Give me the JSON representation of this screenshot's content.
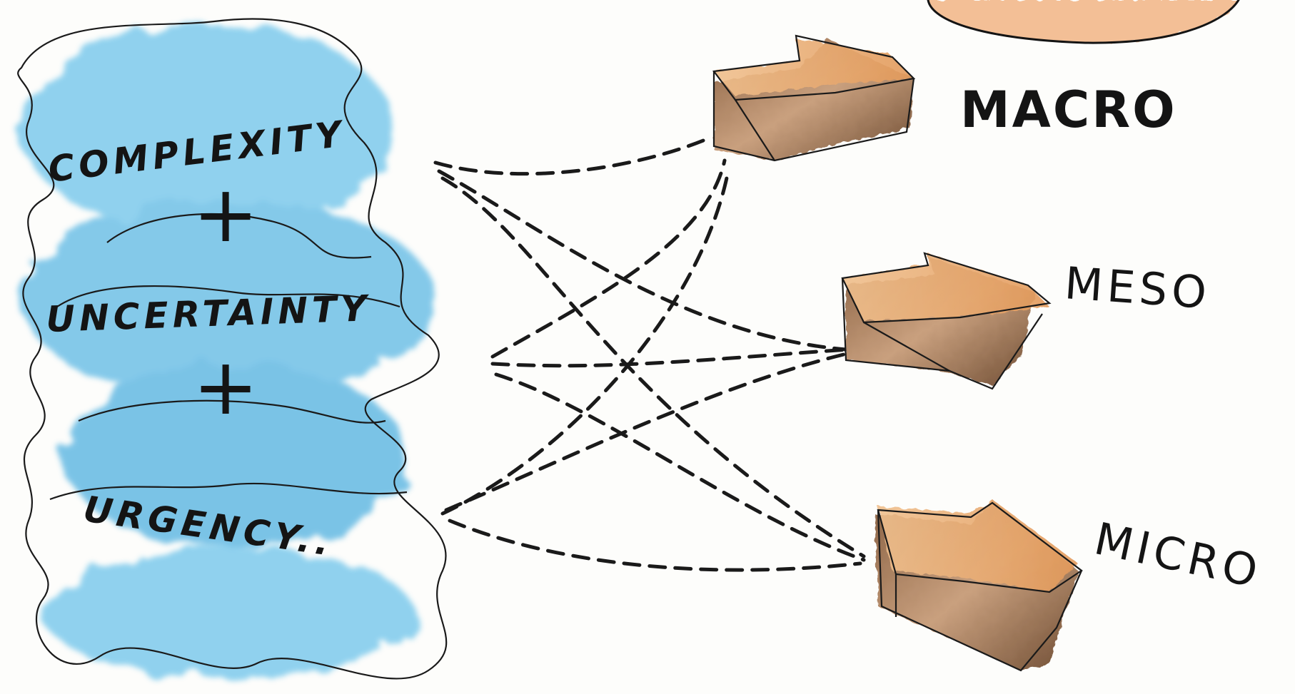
{
  "drivers": [
    {
      "label": "COMPLEXITY"
    },
    {
      "label": "UNCERTAINTY"
    },
    {
      "label": "URGENCY.."
    }
  ],
  "operator": "+",
  "levels": [
    {
      "label": "MACRO"
    },
    {
      "label": "MESO"
    },
    {
      "label": "MICRO"
    }
  ],
  "colors": {
    "cloud": "#3aa8dc",
    "arrow_light": "#e8a868",
    "arrow_dark": "#7a5538",
    "circle": "#f2b585",
    "ink": "#141414"
  }
}
